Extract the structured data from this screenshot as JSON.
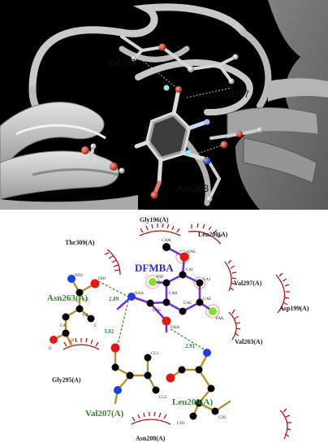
{
  "top_panel": {
    "labels": {
      "val203": "Val203",
      "val297": "Val297",
      "asn263": "Asn263"
    }
  },
  "bottom_panel": {
    "ligand_name": "DFMBA",
    "hydrophobic_residues": {
      "gly196": "Gly196(A)",
      "leu200": "Leu200(A)",
      "thr309": "Thr309(A)",
      "val297": "Val297(A)",
      "asp199": "Asp199(A)",
      "val203": "Val203(A)",
      "gly295": "Gly295(A)",
      "asn208": "Asn208(A)"
    },
    "hbond_residues": {
      "asn263": "Asn263(A)",
      "val207": "Val207(A)",
      "leu209": "Leu209(A)"
    },
    "distances": {
      "d1": "2.89",
      "d2": "3.02",
      "d3": "2.91"
    },
    "atom_labels": {
      "cam": "CAM",
      "oal": "OAL",
      "cai": "CAI",
      "caj": "CAJ",
      "faf": "FAF",
      "cah": "CAH",
      "cac": "CAC",
      "cae": "CAE",
      "naa": "NAA",
      "cag": "CAG",
      "oah": "OAH",
      "fak": "FAK",
      "nd2": "ND2",
      "od1": "OD1",
      "cg": "CG",
      "cb": "CB",
      "ca": "CA",
      "c": "C",
      "o": "O",
      "n": "N",
      "cg1": "CG1",
      "cg2": "CG2",
      "cd1": "CD1",
      "cd2": "CD2"
    },
    "colors": {
      "ligand_bond": "#7a2fd0",
      "residue_bond": "#b8912a",
      "carbon": "#000000",
      "oxygen": "#e01818",
      "nitrogen": "#1f3fd8",
      "fluorine": "#86e02a",
      "hbond": "#2e8b2e",
      "hydrophobic": "#b01818"
    }
  }
}
